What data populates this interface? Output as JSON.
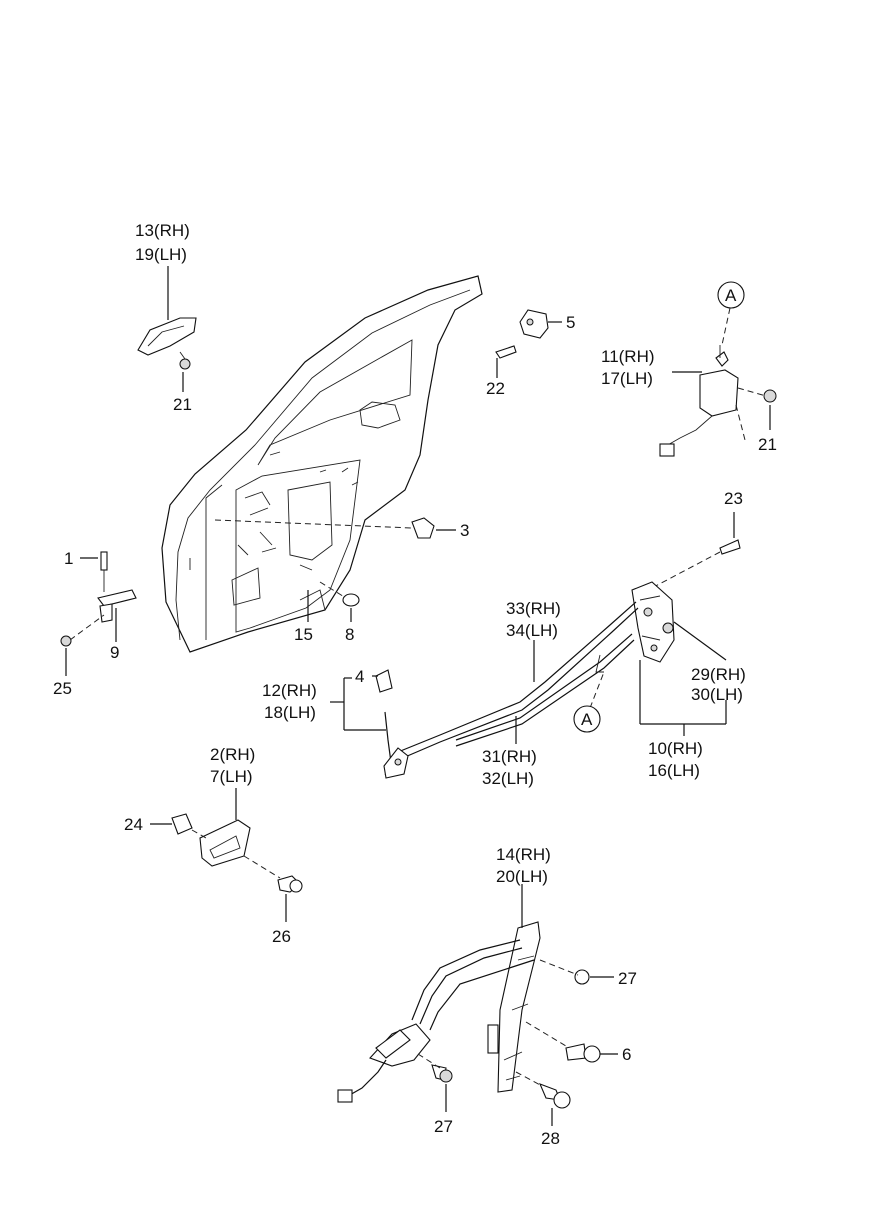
{
  "diagram": {
    "title": "Rear door locking & window regulator parts",
    "callouts": {
      "c1": "1",
      "c2": [
        "2(RH)",
        "7(LH)"
      ],
      "c3": "3",
      "c4": "4",
      "c5": "5",
      "c6": "6",
      "c8": "8",
      "c9": "9",
      "c10": [
        "10(RH)",
        "16(LH)"
      ],
      "c11": [
        "11(RH)",
        "17(LH)"
      ],
      "c12": [
        "12(RH)",
        "18(LH)"
      ],
      "c13": [
        "13(RH)",
        "19(LH)"
      ],
      "c14": [
        "14(RH)",
        "20(LH)"
      ],
      "c15": "15",
      "c21a": "21",
      "c21b": "21",
      "c22": "22",
      "c23": "23",
      "c24": "24",
      "c25": "25",
      "c26": "26",
      "c27a": "27",
      "c27b": "27",
      "c28": "28",
      "c29": [
        "29(RH)",
        "30(LH)"
      ],
      "c31": [
        "31(RH)",
        "32(LH)"
      ],
      "c33": [
        "33(RH)",
        "34(LH)"
      ],
      "refA1": "A",
      "refA2": "A"
    }
  }
}
